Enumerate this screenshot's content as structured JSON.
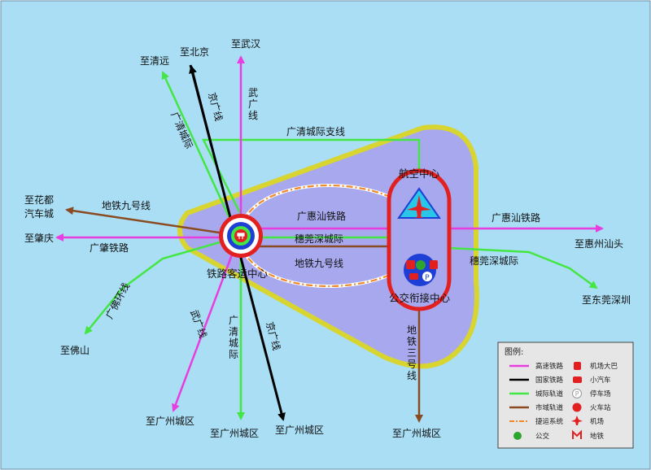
{
  "colors": {
    "sea": "#a9def5",
    "hub_fill": "#a8a8ee",
    "hub_border": "#d8d430",
    "high_speed": "#e83ee0",
    "national": "#000000",
    "intercity": "#44e644",
    "metro": "#8a4b22",
    "shuttle": "#f08a28",
    "ring": "#e22020"
  },
  "destinations": {
    "qingyuan": "至清远",
    "beijing": "至北京",
    "wuhan": "至武汉",
    "huadu_line1": "至花都",
    "huadu_line2": "汽车城",
    "zhaoqing": "至肇庆",
    "foshan": "至佛山",
    "gz_a": "至广州城区",
    "gz_b": "至广州城区",
    "gz_c": "至广州城区",
    "gz_d": "至广州城区",
    "huizhou": "至惠州汕头",
    "dongguan": "至东莞深圳"
  },
  "lines": {
    "jingguang_n": "京广线",
    "wuguang_n": "武广线",
    "guangqing": "广清城际",
    "guangqing_branch": "广清城际支线",
    "metro9_w": "地铁九号线",
    "guangzhao": "广肇铁路",
    "guangfo": "广佛环线",
    "wuguang_s": "武广线",
    "guangqing_s": "广清城际",
    "jingguang_s": "京广线",
    "guanghuishan_c": "广惠汕铁路",
    "suiguanshen_c": "穗莞深城际",
    "metro9_c": "地铁九号线",
    "guanghuishan_e": "广惠汕铁路",
    "suiguanshen_e": "穗莞深城际",
    "metro3": "地铁三号线"
  },
  "hubs": {
    "rail": "铁路客运中心",
    "air": "航空中心",
    "bus": "公交衔接中心"
  },
  "legend": {
    "title": "图例:",
    "items_left": [
      "高速铁路",
      "国家铁路",
      "城际轨道",
      "市域轨道",
      "捷运系统",
      "公交"
    ],
    "items_right": [
      "机场大巴",
      "小汽车",
      "停车场",
      "火车站",
      "机场",
      "地铁"
    ]
  }
}
